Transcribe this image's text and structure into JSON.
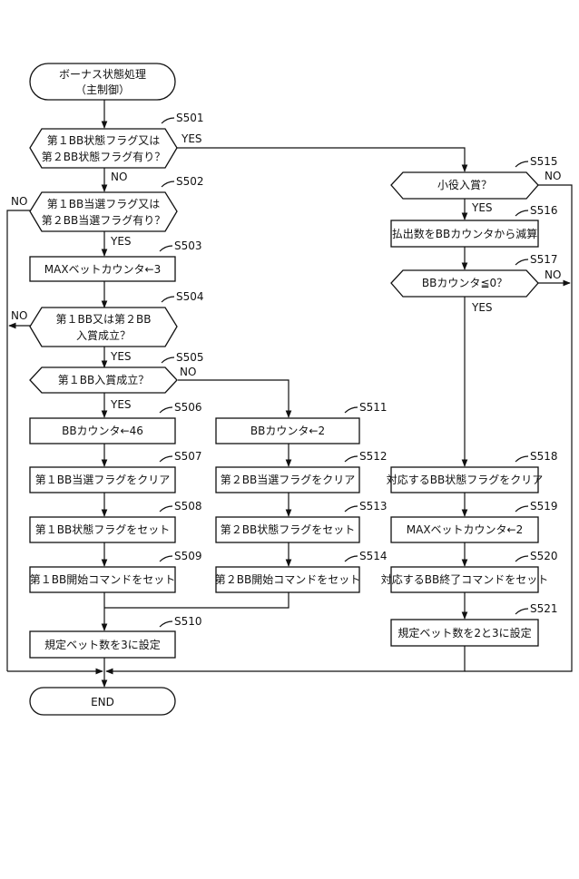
{
  "start": {
    "line1": "ボーナス状態処理",
    "line2": "（主制御）"
  },
  "end": {
    "label": "END"
  },
  "nodes": {
    "s501": {
      "step": "S501",
      "line1": "第１BB状態フラグ又は",
      "line2": "第２BB状態フラグ有り？"
    },
    "s502": {
      "step": "S502",
      "line1": "第１BB当選フラグ又は",
      "line2": "第２BB当選フラグ有り？"
    },
    "s503": {
      "step": "S503",
      "label": "MAXベットカウンタ←3"
    },
    "s504": {
      "step": "S504",
      "line1": "第１BB又は第２BB",
      "line2": "入賞成立？"
    },
    "s505": {
      "step": "S505",
      "label": "第１BB入賞成立？"
    },
    "s506": {
      "step": "S506",
      "label": "BBカウンタ←46"
    },
    "s507": {
      "step": "S507",
      "label": "第１BB当選フラグをクリア"
    },
    "s508": {
      "step": "S508",
      "label": "第１BB状態フラグをセット"
    },
    "s509": {
      "step": "S509",
      "label": "第１BB開始コマンドをセット"
    },
    "s510": {
      "step": "S510",
      "label": "規定ベット数を3に設定"
    },
    "s511": {
      "step": "S511",
      "label": "BBカウンタ←2"
    },
    "s512": {
      "step": "S512",
      "label": "第２BB当選フラグをクリア"
    },
    "s513": {
      "step": "S513",
      "label": "第２BB状態フラグをセット"
    },
    "s514": {
      "step": "S514",
      "label": "第２BB開始コマンドをセット"
    },
    "s515": {
      "step": "S515",
      "label": "小役入賞？"
    },
    "s516": {
      "step": "S516",
      "label": "払出数をBBカウンタから減算"
    },
    "s517": {
      "step": "S517",
      "label": "BBカウンタ≦0？"
    },
    "s518": {
      "step": "S518",
      "label": "対応するBB状態フラグをクリア"
    },
    "s519": {
      "step": "S519",
      "label": "MAXベットカウンタ←2"
    },
    "s520": {
      "step": "S520",
      "label": "対応するBB終了コマンドをセット"
    },
    "s521": {
      "step": "S521",
      "label": "規定ベット数を2と3に設定"
    }
  },
  "edge_labels": {
    "yes": "YES",
    "no": "NO"
  }
}
